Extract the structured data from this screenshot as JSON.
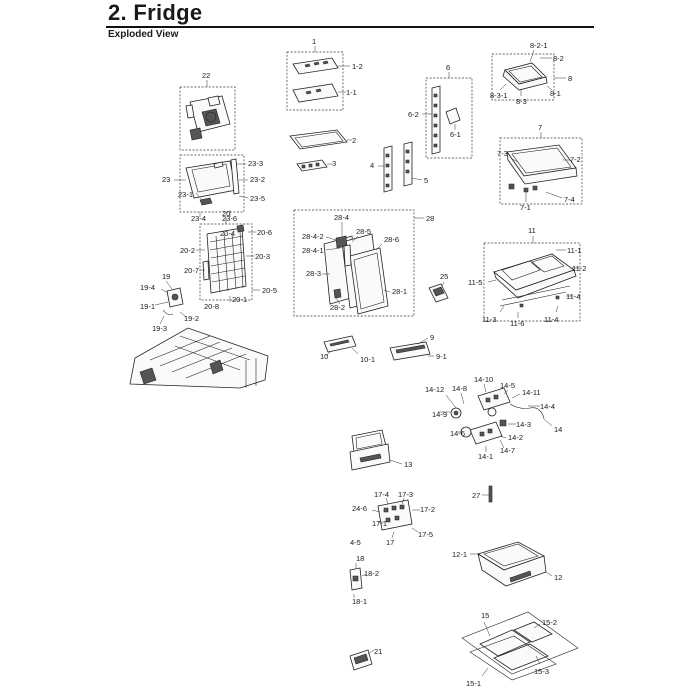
{
  "heading": {
    "title": "2.  Fridge",
    "subtitle": "Exploded View"
  },
  "labels": [
    "1",
    "1-2",
    "1-1",
    "2",
    "3",
    "4",
    "5",
    "6",
    "6-2",
    "6-1",
    "8-2-1",
    "8-2",
    "8",
    "8-1",
    "8-3-1",
    "8-3",
    "7",
    "7-3",
    "7-2",
    "7-4",
    "7-1",
    "22",
    "23-3",
    "23",
    "23-2",
    "23-5",
    "23-1",
    "23-4",
    "23-6",
    "20",
    "20-4",
    "20-6",
    "20-2",
    "20-3",
    "20-7",
    "20-5",
    "20-1",
    "20-8",
    "19",
    "19-4",
    "19-1",
    "19-2",
    "19-3",
    "28",
    "28-4",
    "28-4-2",
    "28-5",
    "28-4-1",
    "28-6",
    "28-3",
    "28-1",
    "28-2",
    "11",
    "11-1",
    "11-2",
    "11-5",
    "11-4",
    "11-3",
    "11-6",
    "25",
    "9",
    "10",
    "10-1",
    "9-1",
    "14-12",
    "14-8",
    "14-10",
    "14-5",
    "14-11",
    "14-4",
    "14-9",
    "14-3",
    "14",
    "14-6",
    "14-2",
    "14-1",
    "14-7",
    "13",
    "27",
    "17-4",
    "17-3",
    "24-6",
    "17-2",
    "17-1",
    "17-5",
    "17",
    "4-5",
    "18",
    "18-2",
    "18-1",
    "12-1",
    "12",
    "15",
    "15-2",
    "15-3",
    "15-1",
    "21"
  ]
}
